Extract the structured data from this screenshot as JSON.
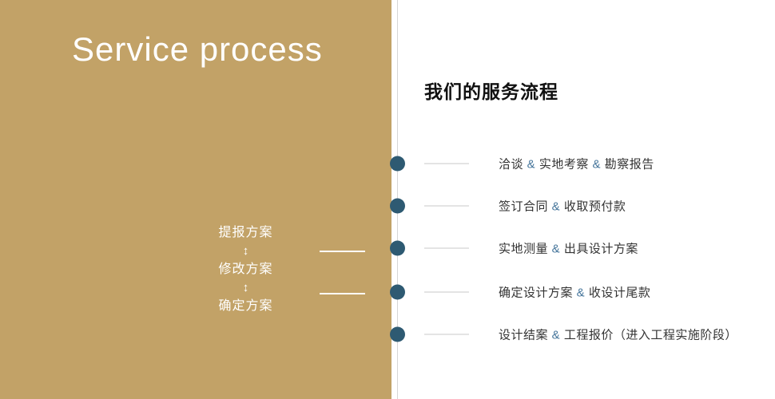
{
  "colors": {
    "panel_gold": "#c2a267",
    "dot_blue": "#2e5a72",
    "amp_blue": "#44749a",
    "tick_gray": "#c9c9c9",
    "divider_gray": "#d6d6d6",
    "text_dark": "#333333"
  },
  "left_panel": {
    "title": "Service process",
    "flow": {
      "arrow": "↕",
      "steps": [
        "提报方案",
        "修改方案",
        "确定方案"
      ]
    }
  },
  "right_panel": {
    "heading": "我们的服务流程",
    "separator": "&",
    "steps": [
      {
        "parts": [
          "洽谈",
          "实地考察",
          "勘察报告"
        ]
      },
      {
        "parts": [
          "签订合同",
          "收取预付款"
        ]
      },
      {
        "parts": [
          "实地测量",
          "出具设计方案"
        ]
      },
      {
        "parts": [
          "确定设计方案",
          "收设计尾款"
        ]
      },
      {
        "parts": [
          "设计结案",
          "工程报价（进入工程实施阶段）"
        ]
      }
    ]
  }
}
